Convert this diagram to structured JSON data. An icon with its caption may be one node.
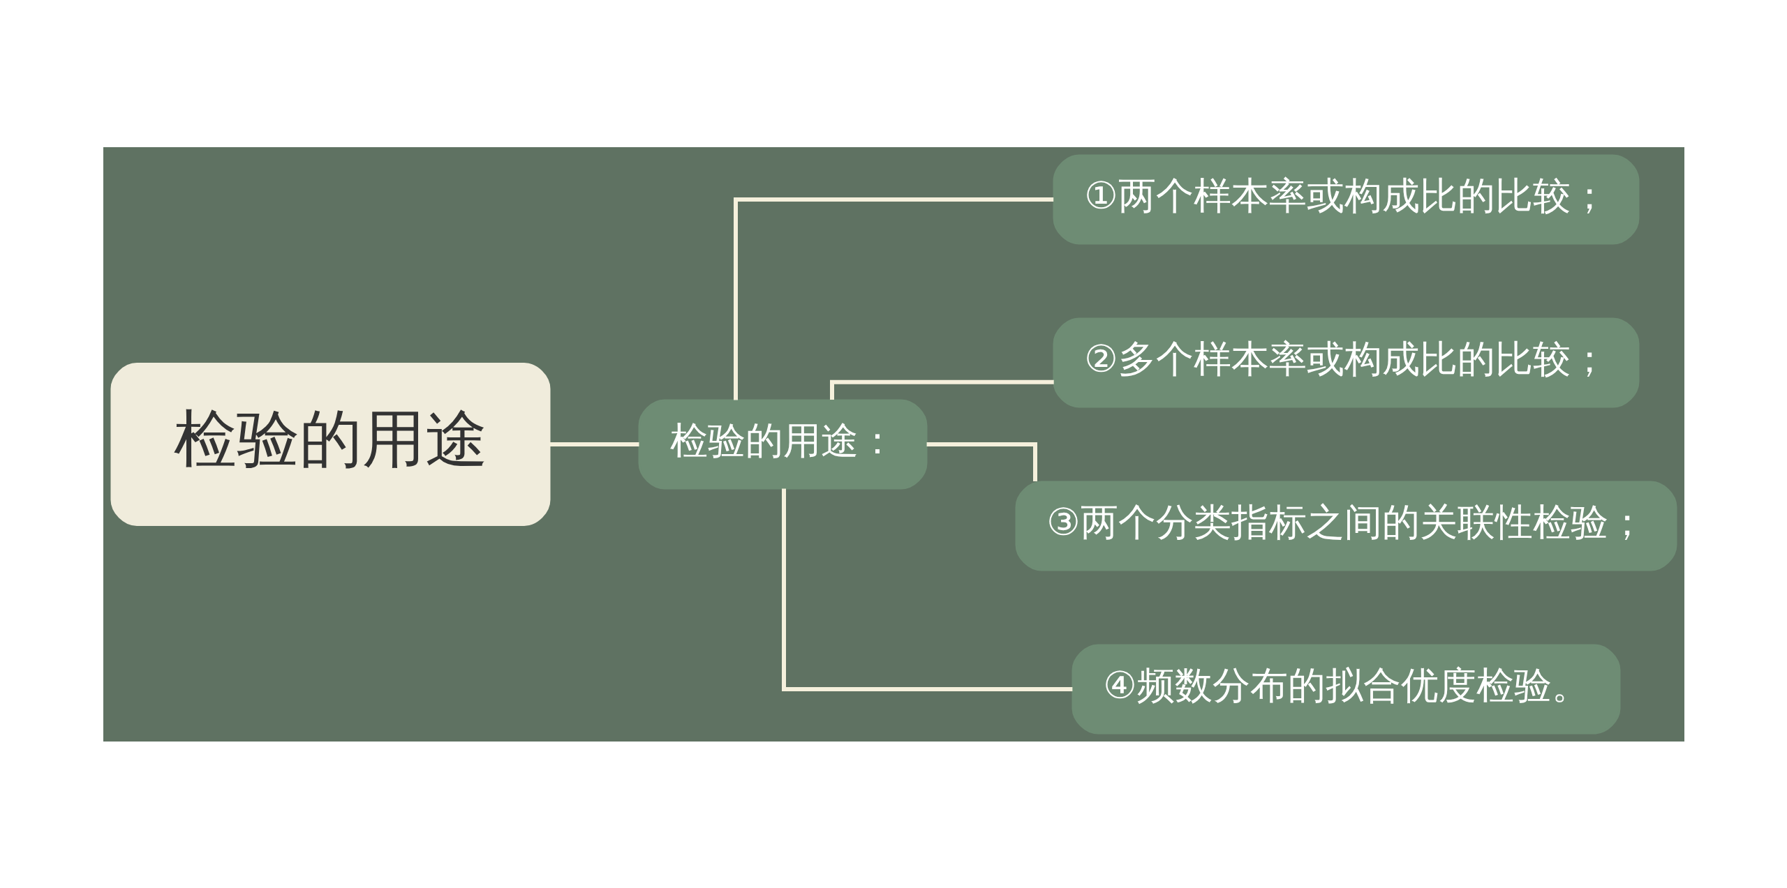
{
  "diagram": {
    "nodes": [
      {
        "text": [
          "检验的用途"
        ]
      },
      {
        "text": [
          "检验的用途："
        ]
      },
      {
        "text": [
          "①两个样本率或构成比的比较；"
        ]
      },
      {
        "text": [
          "②多个样本率或构成比的比较；"
        ]
      },
      {
        "text": [
          "③两个分类指标之间的关联性检验；"
        ]
      },
      {
        "text": [
          "④频数分布的拟合优度检验。"
        ]
      }
    ],
    "edges": [
      {
        "from": 0,
        "to": 1,
        "arrow": "none"
      },
      {
        "from": 1,
        "to": 2,
        "arrow": "none"
      },
      {
        "from": 1,
        "to": 3,
        "arrow": "none"
      },
      {
        "from": 1,
        "to": 4,
        "arrow": "none"
      },
      {
        "from": 1,
        "to": 5,
        "arrow": "none"
      }
    ]
  }
}
